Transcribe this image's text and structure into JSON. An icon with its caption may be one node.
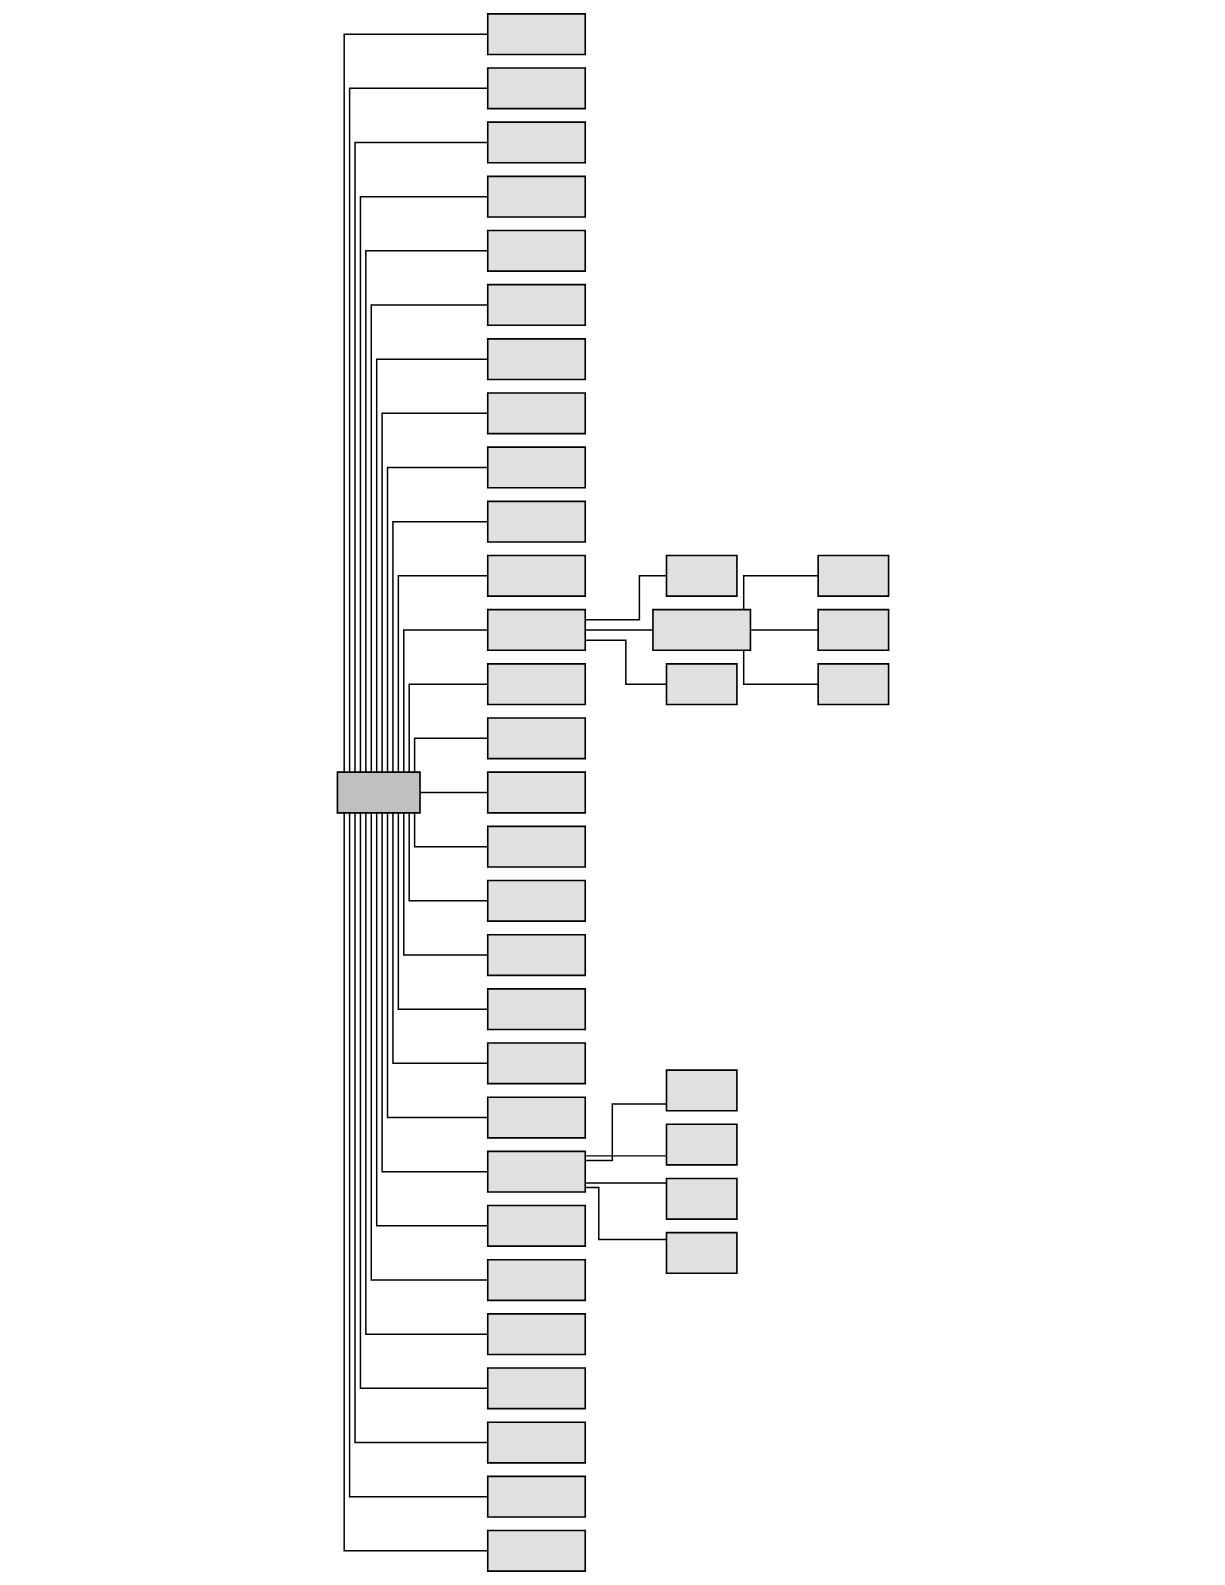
{
  "diagram": {
    "nodes": [
      {
        "text": [],
        "shape": "box"
      },
      {
        "text": [],
        "shape": "box"
      },
      {
        "text": [],
        "shape": "box"
      },
      {
        "text": [],
        "shape": "box"
      },
      {
        "text": [],
        "shape": "box"
      },
      {
        "text": [],
        "shape": "box"
      },
      {
        "text": [],
        "shape": "box"
      },
      {
        "text": [],
        "shape": "box"
      },
      {
        "text": [],
        "shape": "box"
      },
      {
        "text": [],
        "shape": "box"
      },
      {
        "text": [],
        "shape": "box"
      },
      {
        "text": [],
        "shape": "box"
      },
      {
        "text": [],
        "shape": "box"
      },
      {
        "text": [],
        "shape": "box"
      },
      {
        "text": [],
        "shape": "box"
      },
      {
        "text": [],
        "shape": "box"
      },
      {
        "text": [],
        "shape": "box"
      },
      {
        "text": [],
        "shape": "box"
      },
      {
        "text": [],
        "shape": "box"
      },
      {
        "text": [],
        "shape": "box"
      },
      {
        "text": [],
        "shape": "box"
      },
      {
        "text": [],
        "shape": "box"
      },
      {
        "text": [],
        "shape": "box"
      },
      {
        "text": [],
        "shape": "box"
      },
      {
        "text": [],
        "shape": "box"
      },
      {
        "text": [],
        "shape": "box"
      },
      {
        "text": [],
        "shape": "box"
      },
      {
        "text": [],
        "shape": "box"
      },
      {
        "text": [],
        "shape": "box"
      },
      {
        "text": [],
        "shape": "box"
      },
      {
        "text": [],
        "shape": "box"
      },
      {
        "text": [],
        "shape": "box"
      },
      {
        "text": [],
        "shape": "box"
      },
      {
        "text": [],
        "shape": "box"
      },
      {
        "text": [],
        "shape": "box"
      },
      {
        "text": [],
        "shape": "box"
      },
      {
        "text": [],
        "shape": "box"
      },
      {
        "text": [],
        "shape": "box"
      },
      {
        "text": [],
        "shape": "box"
      },
      {
        "text": [],
        "shape": "box"
      }
    ],
    "edges": [
      {
        "from": 0,
        "to": 1,
        "arrow": "none"
      },
      {
        "from": 0,
        "to": 2,
        "arrow": "none"
      },
      {
        "from": 0,
        "to": 3,
        "arrow": "none"
      },
      {
        "from": 0,
        "to": 4,
        "arrow": "none"
      },
      {
        "from": 0,
        "to": 5,
        "arrow": "none"
      },
      {
        "from": 0,
        "to": 6,
        "arrow": "none"
      },
      {
        "from": 0,
        "to": 7,
        "arrow": "none"
      },
      {
        "from": 0,
        "to": 8,
        "arrow": "none"
      },
      {
        "from": 0,
        "to": 9,
        "arrow": "none"
      },
      {
        "from": 0,
        "to": 10,
        "arrow": "none"
      },
      {
        "from": 0,
        "to": 11,
        "arrow": "none"
      },
      {
        "from": 0,
        "to": 12,
        "arrow": "none"
      },
      {
        "from": 12,
        "to": 13,
        "arrow": "none"
      },
      {
        "from": 12,
        "to": 14,
        "arrow": "none"
      },
      {
        "from": 12,
        "to": 15,
        "arrow": "none"
      },
      {
        "from": 14,
        "to": 16,
        "arrow": "none"
      },
      {
        "from": 14,
        "to": 17,
        "arrow": "none"
      },
      {
        "from": 14,
        "to": 18,
        "arrow": "none"
      },
      {
        "from": 0,
        "to": 19,
        "arrow": "none"
      },
      {
        "from": 0,
        "to": 20,
        "arrow": "none"
      },
      {
        "from": 0,
        "to": 21,
        "arrow": "none"
      },
      {
        "from": 0,
        "to": 22,
        "arrow": "none"
      },
      {
        "from": 0,
        "to": 23,
        "arrow": "none"
      },
      {
        "from": 0,
        "to": 24,
        "arrow": "none"
      },
      {
        "from": 0,
        "to": 25,
        "arrow": "none"
      },
      {
        "from": 0,
        "to": 26,
        "arrow": "none"
      },
      {
        "from": 0,
        "to": 27,
        "arrow": "none"
      },
      {
        "from": 0,
        "to": 28,
        "arrow": "none"
      },
      {
        "from": 0,
        "to": 29,
        "arrow": "none"
      },
      {
        "from": 28,
        "to": 30,
        "arrow": "none"
      },
      {
        "from": 28,
        "to": 31,
        "arrow": "none"
      },
      {
        "from": 28,
        "to": 32,
        "arrow": "none"
      },
      {
        "from": 28,
        "to": 33,
        "arrow": "none"
      },
      {
        "from": 0,
        "to": 34,
        "arrow": "none"
      },
      {
        "from": 0,
        "to": 35,
        "arrow": "none"
      },
      {
        "from": 0,
        "to": 36,
        "arrow": "none"
      },
      {
        "from": 0,
        "to": 37,
        "arrow": "none"
      },
      {
        "from": 0,
        "to": 38,
        "arrow": "none"
      },
      {
        "from": 0,
        "to": 39,
        "arrow": "none"
      }
    ]
  }
}
